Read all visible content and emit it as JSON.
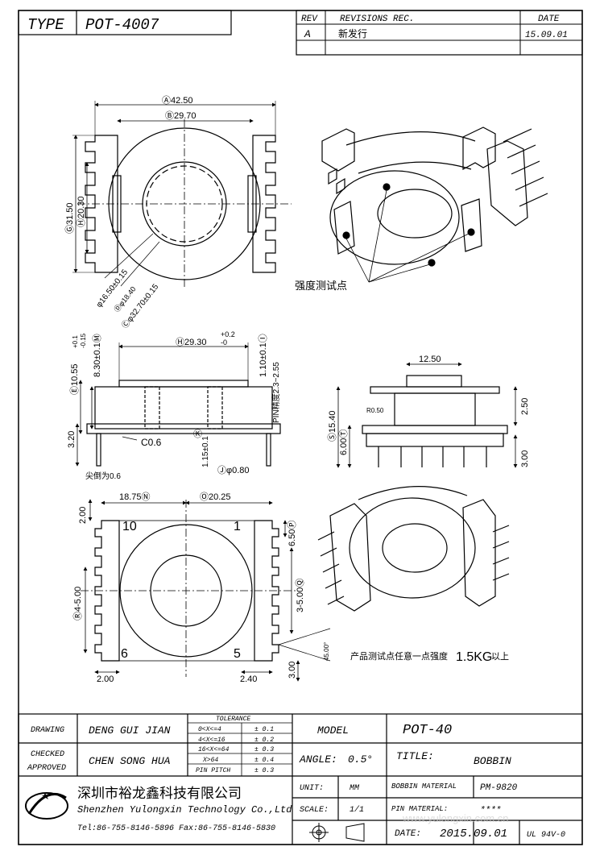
{
  "header": {
    "type_label": "TYPE",
    "part_number": "POT-4007",
    "rev_label": "REV",
    "revisions_label": "REVISIONS REC.",
    "date_label": "DATE",
    "rev_value": "A",
    "revision_text": "新发行",
    "revision_date": "15.09.01"
  },
  "dims": {
    "d_42_50": "Ⓐ42.50",
    "d_29_70": "Ⓑ29.70",
    "d_31_50": "Ⓖ31.50",
    "d_20_30": "Ⓗ20.30",
    "d_16_50": "φ16.50±0.15",
    "d_18_40": "Ⓓφ18.40",
    "d_32_70": "Ⓒφ32.70±0.15",
    "d_29_30": "Ⓗ29.30",
    "d_29_30_tol_up": "+0.2",
    "d_29_30_tol_dn": "-0",
    "d_10_55": "Ⓔ10.55",
    "d_10_55_tol_up": "+0.1",
    "d_10_55_tol_dn": "-0.15",
    "d_8_30": "8.30±0.1Ⓜ",
    "d_1_10": "1.10±0.1Ⓘ",
    "d_pin_2_3": "PIN精度2.3~2.55",
    "d_3_20": "3.20",
    "d_c0_6": "C0.6",
    "d_k": "Ⓚ",
    "d_1_15": "1.15±0.1",
    "d_0_80": "Ⓙφ0.80",
    "d_pin_tip": "尖倒为0.6",
    "d_12_50": "12.50",
    "d_2_50": "2.50",
    "d_r0_50": "R0.50",
    "d_15_40": "Ⓢ15.40",
    "d_6_00": "6.00Ⓣ",
    "d_3_00a": "3.00",
    "d_18_75": "18.75Ⓝ",
    "d_20_25": "Ⓞ20.25",
    "d_2_00a": "2.00",
    "d_6_50": "6.50Ⓟ",
    "d_4_5_00": "Ⓡ4-5.00",
    "d_3_5_00": "3-5.00Ⓠ",
    "d_2_00b": "2.00",
    "d_2_40": "2.40",
    "d_3_00b": "3.00",
    "d_45": "45.00°",
    "pin_10": "10",
    "pin_1": "1",
    "pin_6": "6",
    "pin_5": "5"
  },
  "notes": {
    "test_points": "强度测试点",
    "strength_note_prefix": "产品测试点任意一点强度",
    "strength_value": "1.5KG",
    "strength_note_suffix": "以上"
  },
  "title_block": {
    "drawing_label": "DRAWING",
    "drawing_name": "DENG GUI JIAN",
    "checked_label": "CHECKED",
    "approved_label": "APPROVED",
    "approved_name": "CHEN SONG HUA",
    "tolerance_label": "TOLERANCE",
    "tolerances": [
      {
        "range": "0<X<=4",
        "tol": "± 0.1"
      },
      {
        "range": "4<X<=16",
        "tol": "± 0.2"
      },
      {
        "range": "16<X<=64",
        "tol": "± 0.3"
      },
      {
        "range": "X>64",
        "tol": "± 0.4"
      },
      {
        "range": "PIN PITCH",
        "tol": "± 0.3"
      }
    ],
    "model_label": "MODEL",
    "model_value": "POT-40",
    "angle_label": "ANGLE:",
    "angle_value": "0.5°",
    "title_label": "TITLE:",
    "title_value": "BOBBIN",
    "company_cn": "深圳市裕龙鑫科技有限公司",
    "company_en": "Shenzhen Yulongxin Technology Co.,Ltd",
    "contact": "Tel:86-755-8146-5896   Fax:86-755-8146-5830",
    "unit_label": "UNIT:",
    "unit_value": "MM",
    "scale_label": "SCALE:",
    "scale_value": "1/1",
    "bobbin_material_label": "BOBBIN MATERIAL",
    "bobbin_material_value": "PM-9820",
    "pin_material_label": "PIN MATERIAL:",
    "pin_material_value": "****",
    "date_label": "DATE:",
    "date_value": "2015.09.01",
    "ul_value": "UL 94V-0",
    "watermark": "www.yulongxin.com.cn"
  }
}
